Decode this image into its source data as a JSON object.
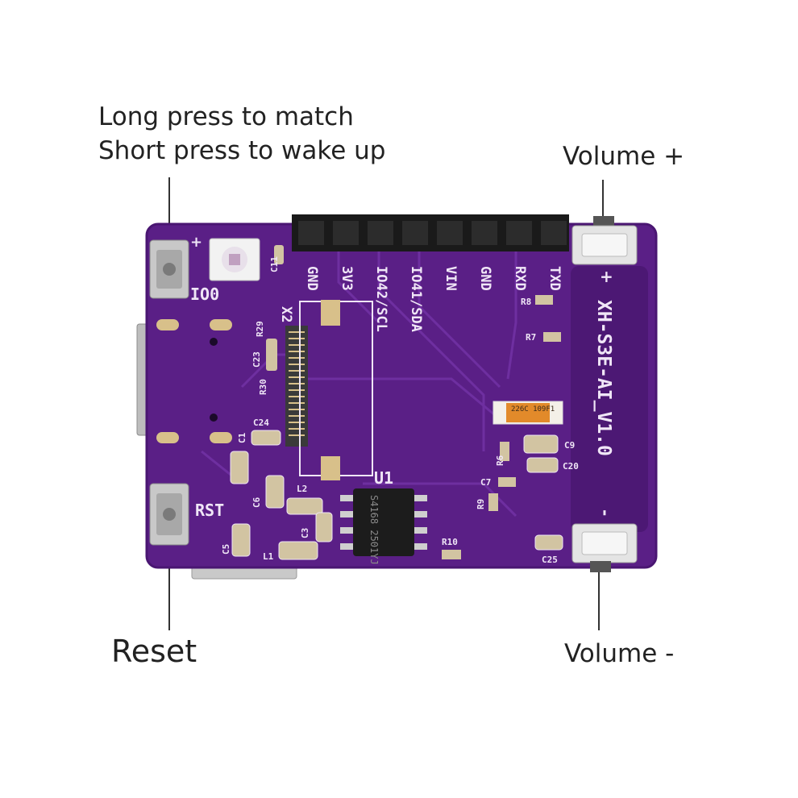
{
  "annotations": {
    "boot_button_line1": "Long press to match",
    "boot_button_line2": "Short press to wake up",
    "volume_up": "Volume +",
    "volume_down": "Volume -",
    "reset": "Reset"
  },
  "board": {
    "model": "XH-S3E-AI_V1.0",
    "header_pins": [
      "GND",
      "3V3",
      "IO42/SCL",
      "IO41/SDA",
      "VIN",
      "GND",
      "RXD",
      "TXD"
    ],
    "silkscreen": {
      "io0": "IO0",
      "rst": "RST",
      "u1": "U1",
      "x2": "X2",
      "chip_mark": "S4168 2501YJ",
      "tantalum_mark": "226C 109F1",
      "refs": [
        "C11",
        "R29",
        "C23",
        "R30",
        "C24",
        "C1",
        "C6",
        "L2",
        "C3",
        "C5",
        "L1",
        "R10",
        "C25",
        "C9",
        "C20",
        "C7",
        "R6",
        "R9",
        "R8",
        "R7"
      ],
      "plus": "+",
      "minus": "-"
    }
  },
  "colors": {
    "pcb": "#5a1f86",
    "pcb_edge": "#4a1672",
    "silk": "#f0e6f7",
    "header": "#1a1a1a",
    "pad": "#d8c08a",
    "leader": "#333333"
  }
}
